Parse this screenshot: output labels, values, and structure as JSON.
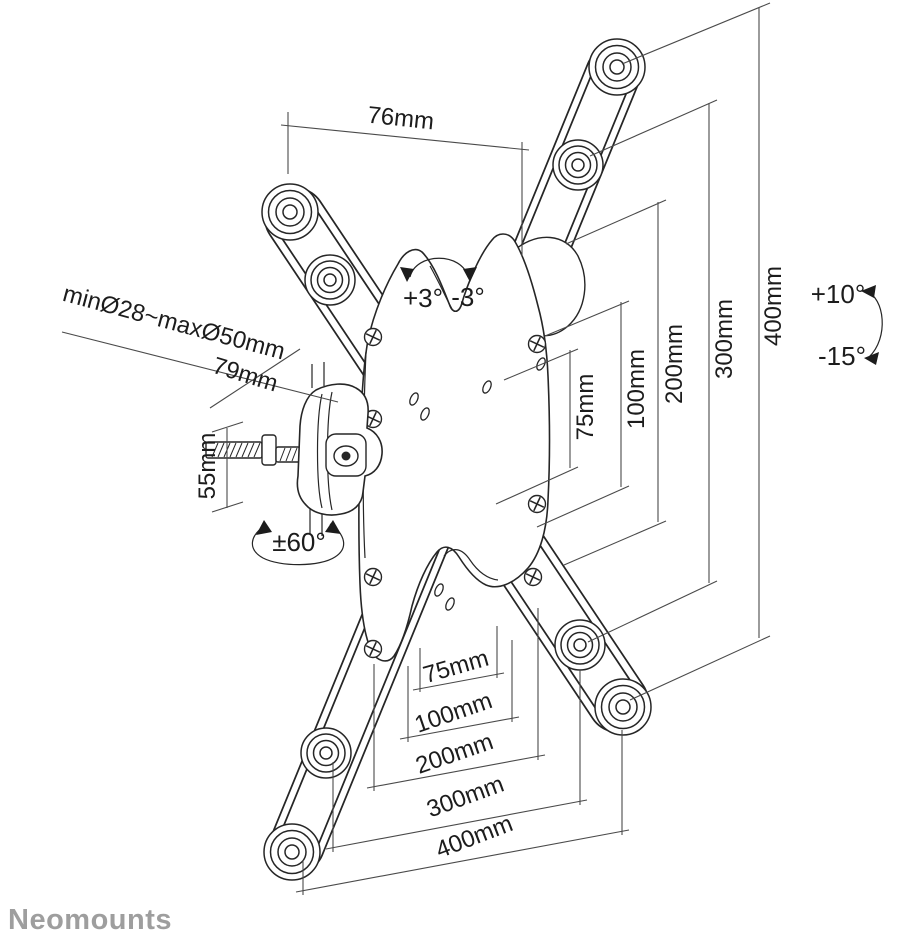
{
  "brand": {
    "name": "Neomounts",
    "color": "#9e9e9e"
  },
  "drawing": {
    "line_color": "#262626",
    "dim_line_color": "#4a4a4a",
    "background": "#ffffff"
  },
  "labels": {
    "top_width": "76mm",
    "pole_diameter_range": "minØ28~maxØ50mm",
    "wall_depth": "79mm",
    "clamp_height": "55mm",
    "level_adjust_plus": "+3°",
    "level_adjust_minus": "-3°",
    "swivel_range": "±60°",
    "tilt_up": "+10°",
    "tilt_down": "-15°"
  },
  "vesa_vertical": [
    "75mm",
    "100mm",
    "200mm",
    "300mm",
    "400mm"
  ],
  "vesa_horizontal": [
    "75mm",
    "100mm",
    "200mm",
    "300mm",
    "400mm"
  ]
}
